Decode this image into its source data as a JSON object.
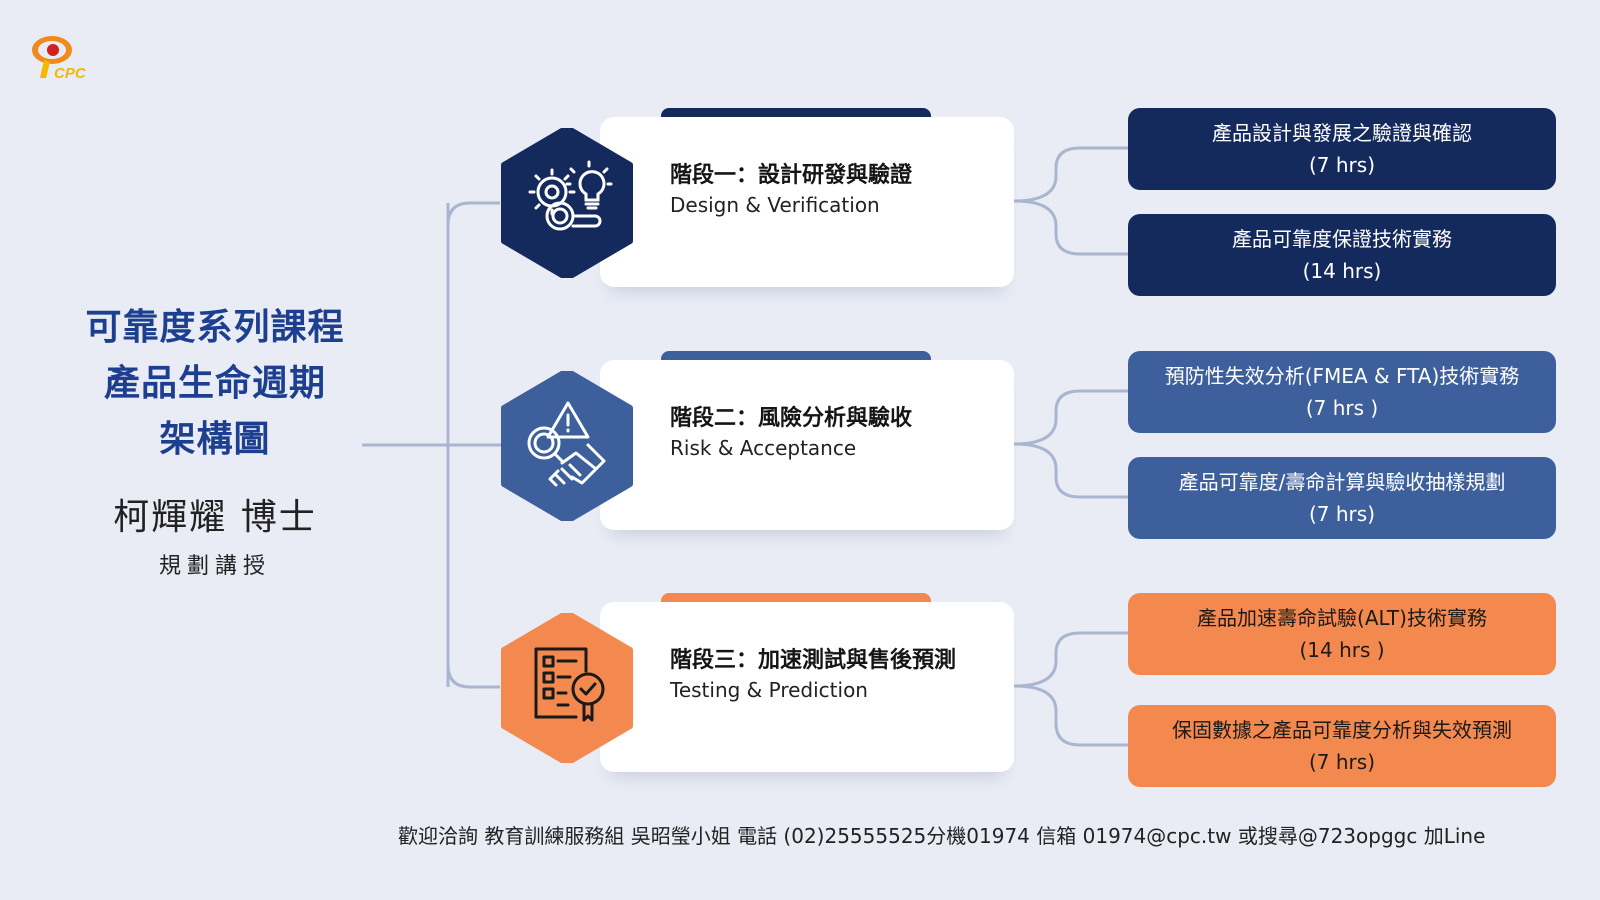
{
  "logo": {
    "text": "CPC"
  },
  "title": {
    "lines": [
      "可靠度系列課程",
      "產品生命週期",
      "架構圖"
    ],
    "author": "柯輝耀 博士",
    "role": "規劃講授"
  },
  "colors": {
    "navy": "#152a5c",
    "blue": "#3d609c",
    "orange": "#f4894f",
    "title_blue": "#1d3f8f",
    "connector": "#a9b6d0"
  },
  "stages": [
    {
      "title": "階段一：設計研發與驗證",
      "subtitle": "Design & Verification",
      "icon": "gears-lightbulb-magnifier-icon",
      "courses": [
        {
          "name": "產品設計與發展之驗證與確認",
          "hours": "(7 hrs)"
        },
        {
          "name": "產品可靠度保證技術實務",
          "hours": "(14 hrs)"
        }
      ]
    },
    {
      "title": "階段二：風險分析與驗收",
      "subtitle": "Risk & Acceptance",
      "icon": "risk-handshake-icon",
      "courses": [
        {
          "name": "預防性失效分析(FMEA & FTA)技術實務",
          "hours": "(7 hrs )"
        },
        {
          "name": "產品可靠度/壽命計算與驗收抽樣規劃",
          "hours": "(7 hrs)"
        }
      ]
    },
    {
      "title": "階段三：加速測試與售後預測",
      "subtitle": "Testing & Prediction",
      "icon": "checklist-check-icon",
      "courses": [
        {
          "name": "產品加速壽命試驗(ALT)技術實務",
          "hours": "(14 hrs )"
        },
        {
          "name": "保固數據之產品可靠度分析與失效預測",
          "hours": "(7 hrs)"
        }
      ]
    }
  ],
  "footer": "歡迎洽詢 教育訓練服務組 吳昭瑩小姐  電話 (02)25555525分機01974   信箱 01974@cpc.tw   或搜尋@723opggc 加Line"
}
